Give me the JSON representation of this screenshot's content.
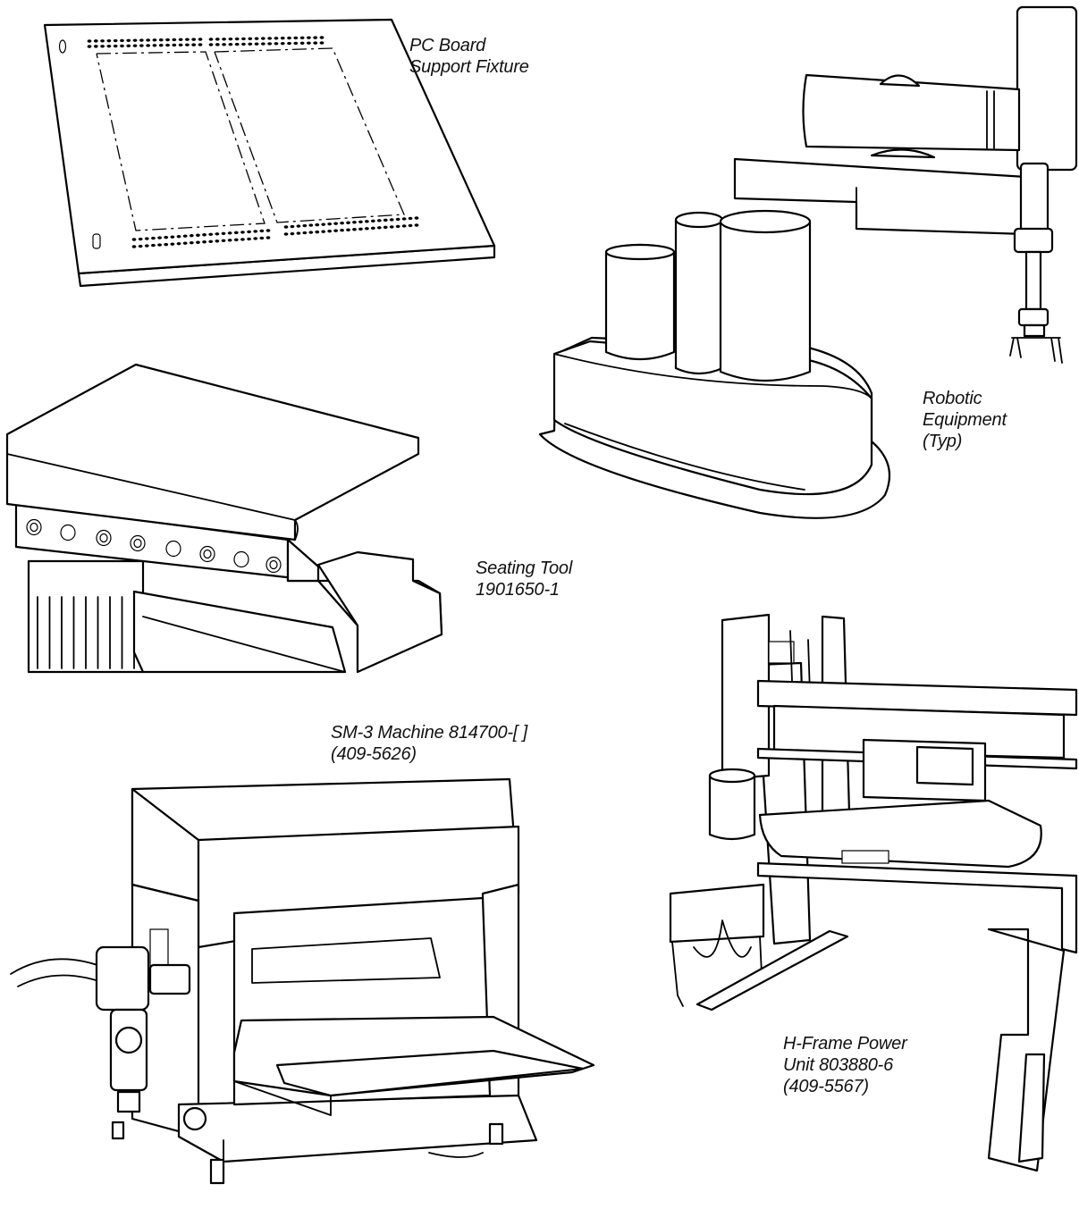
{
  "labels": {
    "pc_board": [
      "PC Board",
      "Support Fixture"
    ],
    "robotic": [
      "Robotic",
      "Equipment",
      "(Typ)"
    ],
    "seating_tool": [
      "Seating Tool",
      "1901650-1"
    ],
    "sm3": [
      "SM-3 Machine 814700-[ ]",
      "(409-5626)"
    ],
    "hframe": [
      "H-Frame Power",
      "Unit 803880-6",
      "(409-5567)"
    ]
  },
  "colors": {
    "line": "#000000",
    "paper": "#ffffff",
    "text": "#111111"
  }
}
